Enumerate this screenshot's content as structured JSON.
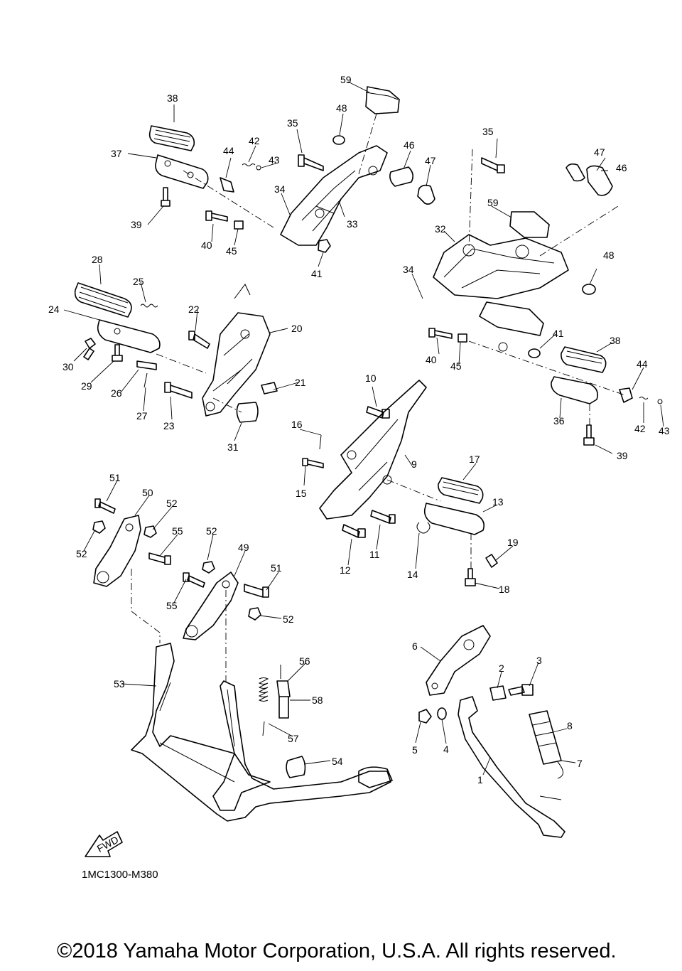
{
  "drawing_code": "1MC1300-M380",
  "copyright": "©2018 Yamaha Motor Corporation, U.S.A. All rights reserved.",
  "direction_badge": "FWD",
  "callouts": [
    "1",
    "2",
    "3",
    "4",
    "5",
    "6",
    "7",
    "8",
    "9",
    "10",
    "11",
    "12",
    "13",
    "14",
    "15",
    "16",
    "17",
    "18",
    "19",
    "20",
    "21",
    "22",
    "23",
    "24",
    "25",
    "26",
    "27",
    "28",
    "29",
    "30",
    "31",
    "32",
    "33",
    "34",
    "35",
    "36",
    "37",
    "38",
    "39",
    "40",
    "41",
    "42",
    "43",
    "44",
    "45",
    "46",
    "47",
    "48",
    "49",
    "50",
    "51",
    "52",
    "53",
    "54",
    "55",
    "56",
    "57",
    "58",
    "59"
  ]
}
